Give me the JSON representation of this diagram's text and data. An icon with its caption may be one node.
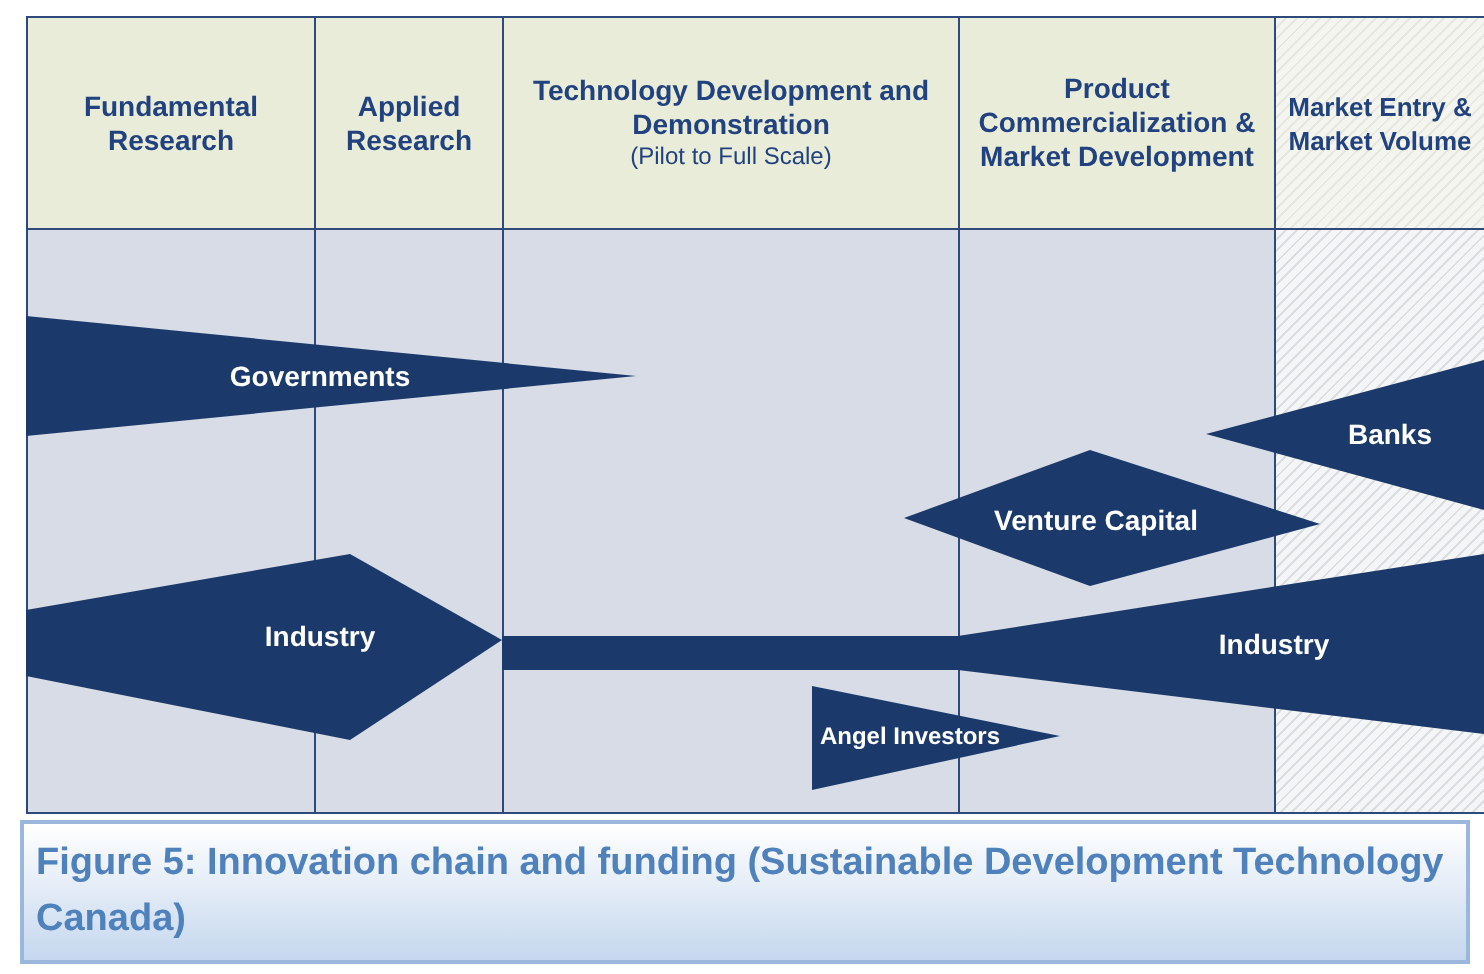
{
  "diagram": {
    "caption": "Figure 5: Innovation chain and funding (Sustainable Development Technology Canada)",
    "nodes": [
      {
        "text": [
          "Fundamental Research"
        ]
      },
      {
        "text": [
          "Applied Research"
        ]
      },
      {
        "text": [
          "Technology Development and Demonstration",
          "(Pilot to Full Scale)"
        ]
      },
      {
        "text": [
          "Product Commercialization & Market Development"
        ]
      },
      {
        "text": [
          "Market Entry & Market Volume"
        ]
      },
      {
        "text": [
          "Governments"
        ]
      },
      {
        "text": [
          "Banks"
        ]
      },
      {
        "text": [
          "Venture Capital"
        ]
      },
      {
        "text": [
          "Industry"
        ]
      },
      {
        "text": [
          "Industry"
        ]
      },
      {
        "text": [
          "Angel Investors"
        ]
      }
    ]
  }
}
